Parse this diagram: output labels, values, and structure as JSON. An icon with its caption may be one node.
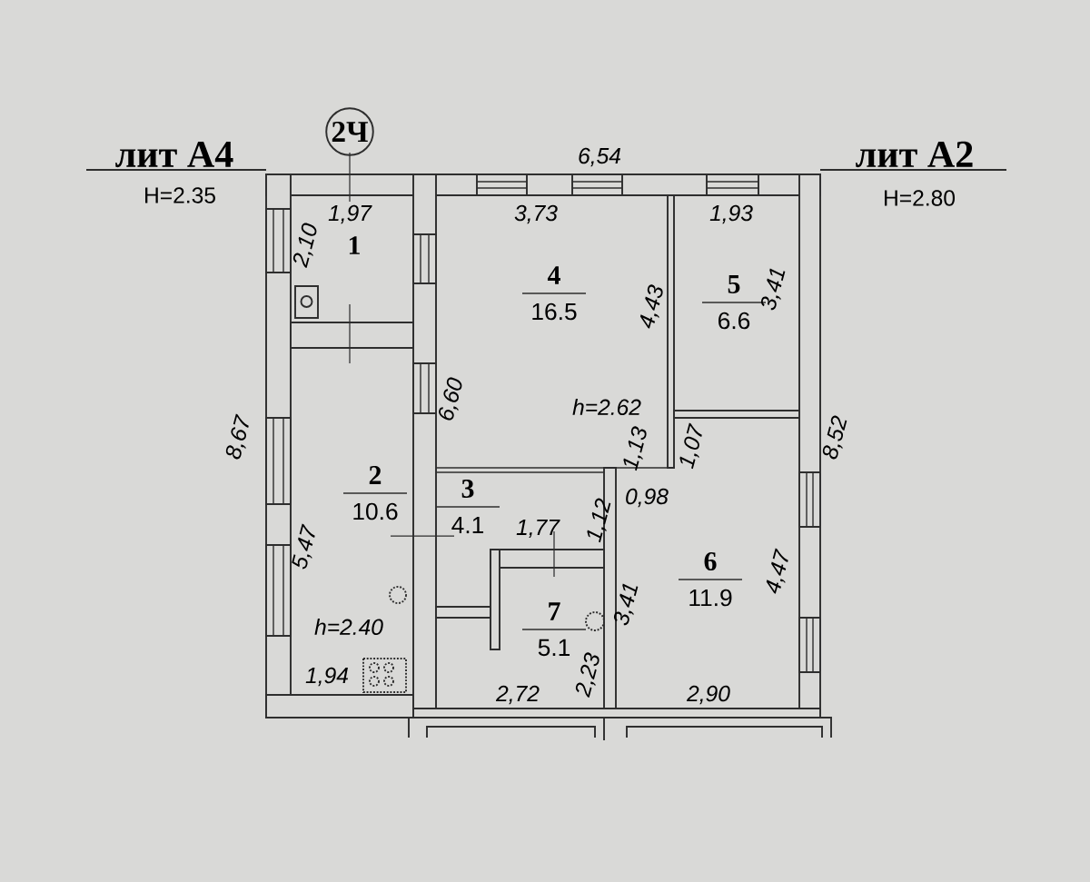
{
  "diagram": {
    "nodes": [
      {
        "text": [
          "1"
        ]
      },
      {
        "text": [
          "2",
          "10.6"
        ]
      },
      {
        "text": [
          "3",
          "4.1"
        ]
      },
      {
        "text": [
          "4",
          "16.5"
        ]
      },
      {
        "text": [
          "5",
          "6.6"
        ]
      },
      {
        "text": [
          "6",
          "11.9"
        ]
      },
      {
        "text": [
          "7",
          "5.1"
        ]
      }
    ],
    "labels": [
      "2Ч",
      "лит А4",
      "6,54",
      "лит А2",
      "Н=2.35",
      "Н=2.80",
      "1,97",
      "3,73",
      "1,93",
      "2,10",
      "4,43",
      "3,41",
      "6,60",
      "h=2.62",
      "8,67",
      "1,13",
      "1,07",
      "8,52",
      "0,98",
      "1,12",
      "1,77",
      "5,47",
      "4,47",
      "3,41",
      "h=2.40",
      "2,23",
      "1,94",
      "2,72",
      "2,90"
    ]
  }
}
